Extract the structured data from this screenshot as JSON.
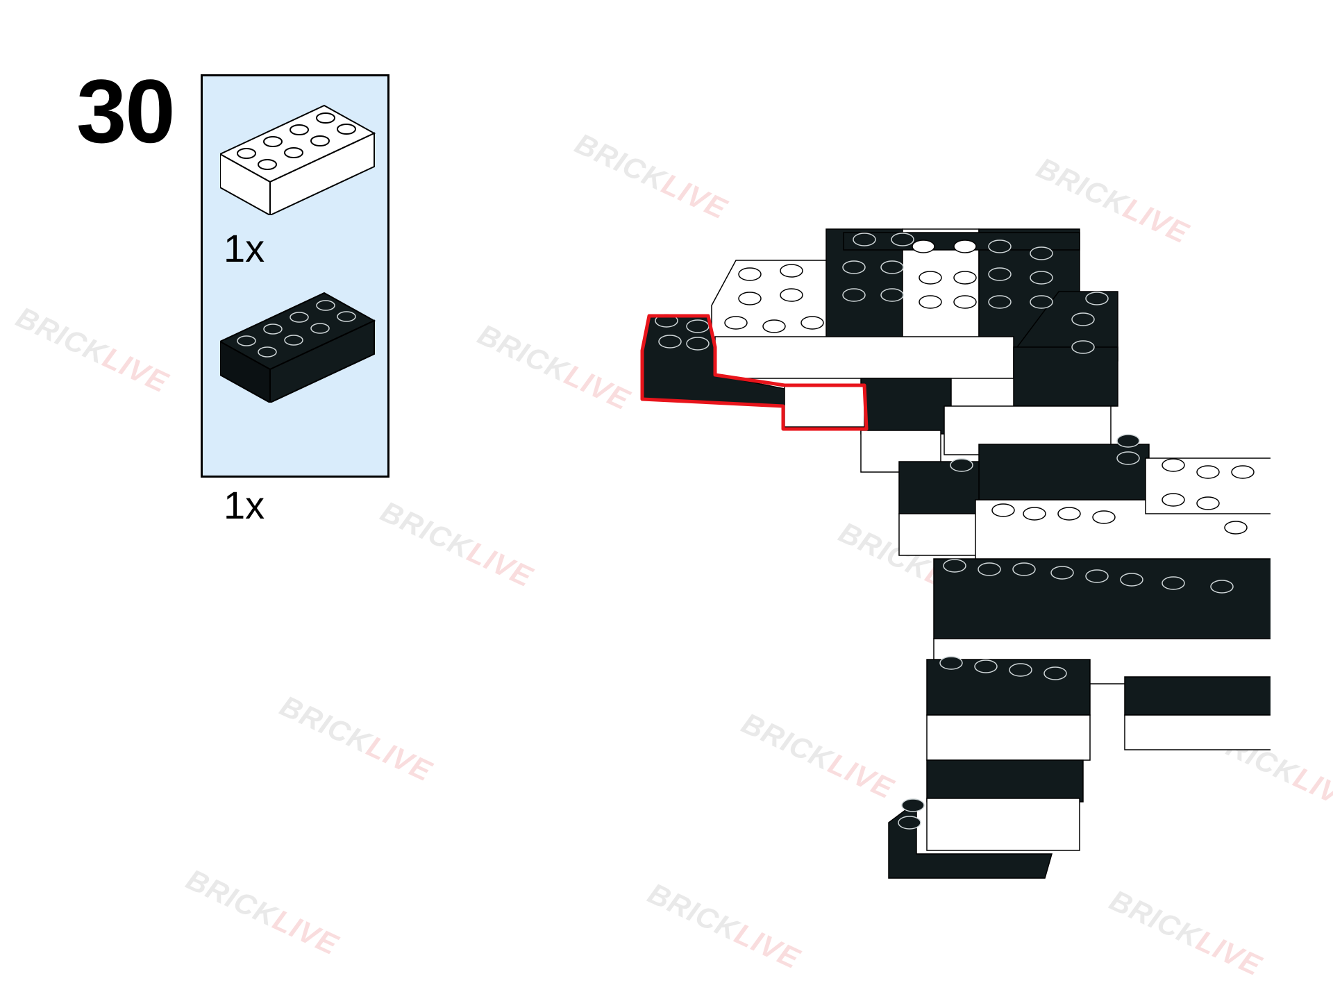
{
  "step": {
    "number": "30"
  },
  "parts": [
    {
      "name": "white 2x4 brick",
      "color": "#ffffff",
      "quantity": "1x"
    },
    {
      "name": "black 2x4 brick",
      "color": "#111111",
      "quantity": "1x"
    }
  ],
  "watermark": {
    "part_a": "BRICK",
    "part_b": "LIVE"
  },
  "colors": {
    "panel": "#d9ecfb",
    "highlight": "#e8141b",
    "brick_black": "#111a1c",
    "brick_white": "#ffffff"
  }
}
